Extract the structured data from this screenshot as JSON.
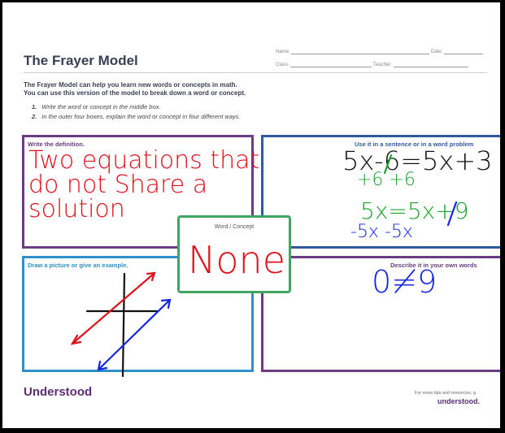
{
  "header": {
    "title": "The Frayer Model",
    "name_label": "Name:",
    "date_label": "Date:",
    "class_label": "Class:",
    "teacher_label": "Teacher:"
  },
  "intro": {
    "line1": "The Frayer Model can help you learn new words or concepts in math.",
    "line2": "You can use this version of the model to break down a word or concept.",
    "steps": [
      {
        "num": "1.",
        "text": "Write the word or concept in the middle box."
      },
      {
        "num": "2.",
        "text": "In the outer four boxes, explain the word or concept in four different ways."
      }
    ]
  },
  "boxes": {
    "definition": {
      "label": "Write the definition.",
      "color": "#6b3a80"
    },
    "sentence": {
      "label": "Use it in a sentence or in a word problem",
      "color": "#2f5a9c"
    },
    "picture": {
      "label": "Draw a picture or give an example.",
      "color": "#2e8fc9"
    },
    "describe": {
      "label": "Describe it in your own words",
      "color": "#6b3a80"
    },
    "center": {
      "label": "Word / Concept",
      "color": "#3fa563"
    }
  },
  "handwriting": {
    "definition_lines": [
      "Two equations that",
      "do not Share a",
      "solution"
    ],
    "word": "None",
    "equation1": "5x-6=5x+3",
    "step1": "+6        +6",
    "equation2": "5x=5x+9",
    "step2": "-5x -5x",
    "result": "0≠9"
  },
  "footer": {
    "logo": "Understood",
    "tip": "For more tips and resources, g",
    "site": "understood."
  },
  "colors": {
    "red_ink": "#e0101a",
    "green_ink": "#1aa52a",
    "blue_ink": "#1426e0",
    "black_ink": "#111111"
  }
}
